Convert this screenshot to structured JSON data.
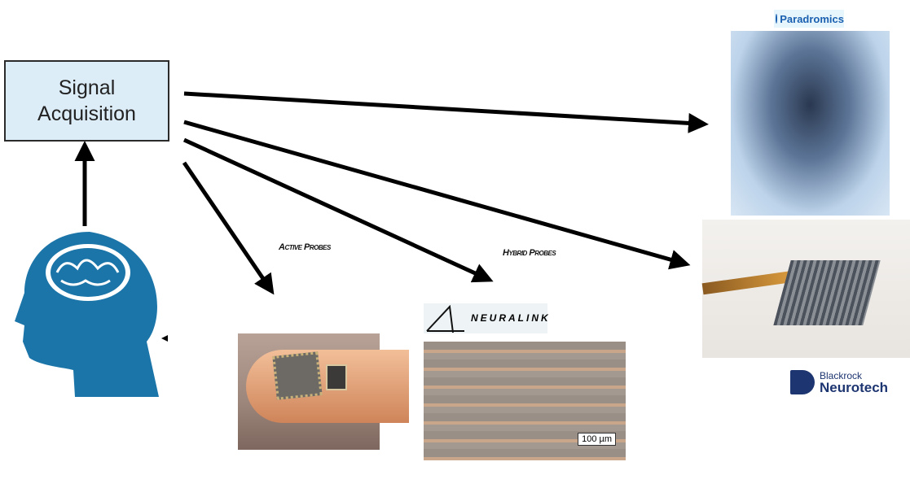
{
  "signal_box": {
    "line1": "Signal",
    "line2": "Acquisition"
  },
  "labels": {
    "active": "Active Probes",
    "hybrid": "Hybrid Probes"
  },
  "neuralink": {
    "logo": "NEURALINK",
    "scale": "100 µm"
  },
  "paradromics": {
    "logo": "Paradromics"
  },
  "blackrock": {
    "logo_line1": "Blackrock",
    "logo_line2": "Neurotech"
  },
  "colors": {
    "head": "#1b75a8",
    "box": "#dcedf7"
  }
}
